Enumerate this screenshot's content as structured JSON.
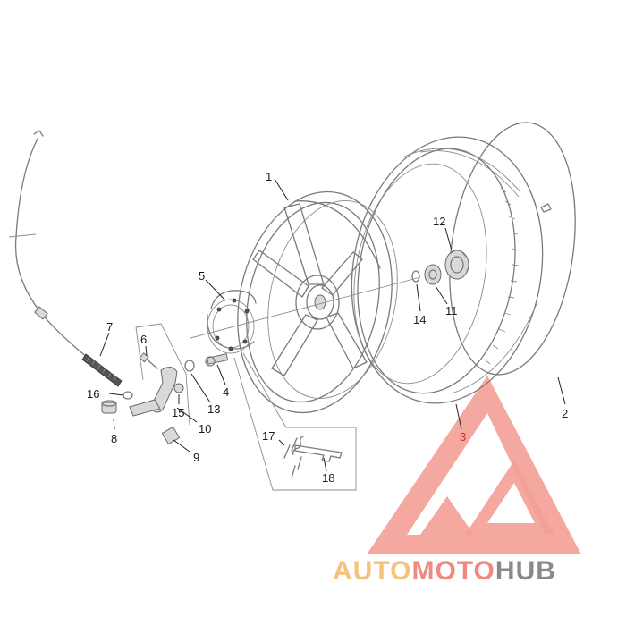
{
  "callouts": {
    "p1": "1",
    "p2": "2",
    "p3": "3",
    "p4": "4",
    "p5": "5",
    "p6": "6",
    "p7": "7",
    "p8": "8",
    "p9": "9",
    "p10": "10",
    "p11": "11",
    "p12": "12",
    "p13": "13",
    "p14": "14",
    "p15": "15",
    "p16": "16",
    "p17": "17",
    "p18": "18"
  },
  "watermark": {
    "part1": "AUTO",
    "part2": "MOTO",
    "part3": "HUB",
    "color_auto": "#f5c27a",
    "color_moto": "#f08a80",
    "color_hub": "#8a8a8a",
    "logo_color": "#ef7f73"
  }
}
